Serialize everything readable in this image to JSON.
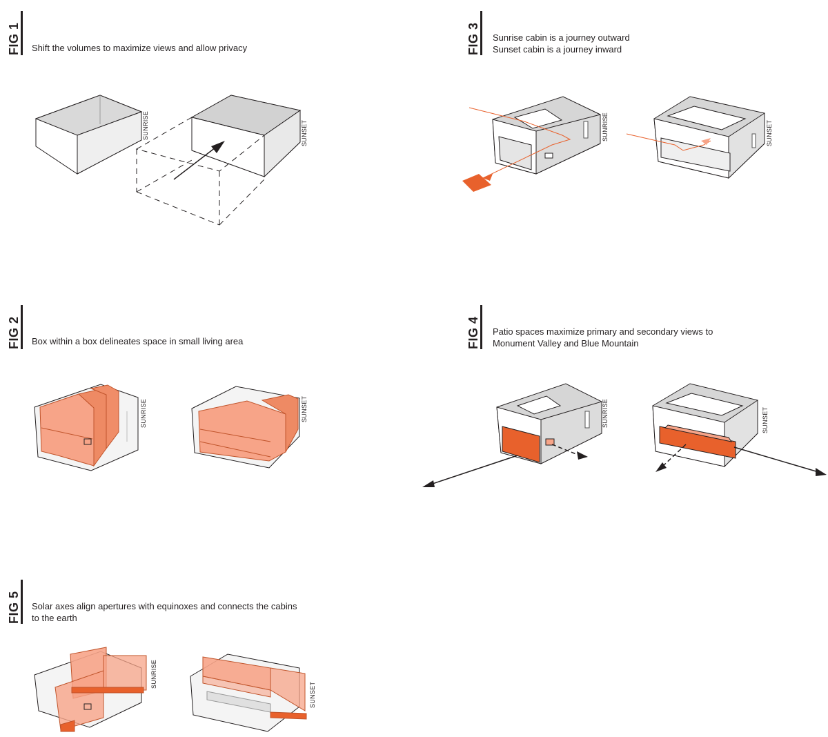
{
  "figures": [
    {
      "id": "fig1",
      "label": "FIG 1",
      "caption_lines": [
        "Shift the volumes to maximize views and allow privacy"
      ]
    },
    {
      "id": "fig2",
      "label": "FIG 2",
      "caption_lines": [
        "Box within a box delineates space in small living area"
      ]
    },
    {
      "id": "fig3",
      "label": "FIG 3",
      "caption_lines": [
        "Sunrise cabin is a journey outward",
        "Sunset cabin is a journey inward"
      ]
    },
    {
      "id": "fig4",
      "label": "FIG 4",
      "caption_lines": [
        "Patio spaces maximize primary and secondary views to",
        "Monument Valley and Blue Mountain"
      ]
    },
    {
      "id": "fig5",
      "label": "FIG 5",
      "caption_lines": [
        "Solar axes align apertures with equinoxes and connects the cabins",
        "to the earth"
      ]
    }
  ],
  "cabin_labels": {
    "sunrise": "SUNRISE",
    "sunset": "SUNSET"
  },
  "colors": {
    "ink": "#231f20",
    "accent": "#e8612c",
    "accent_soft": "#f7a488",
    "shade": "#d6d6d6",
    "shade_dark": "#bdbdbd"
  }
}
